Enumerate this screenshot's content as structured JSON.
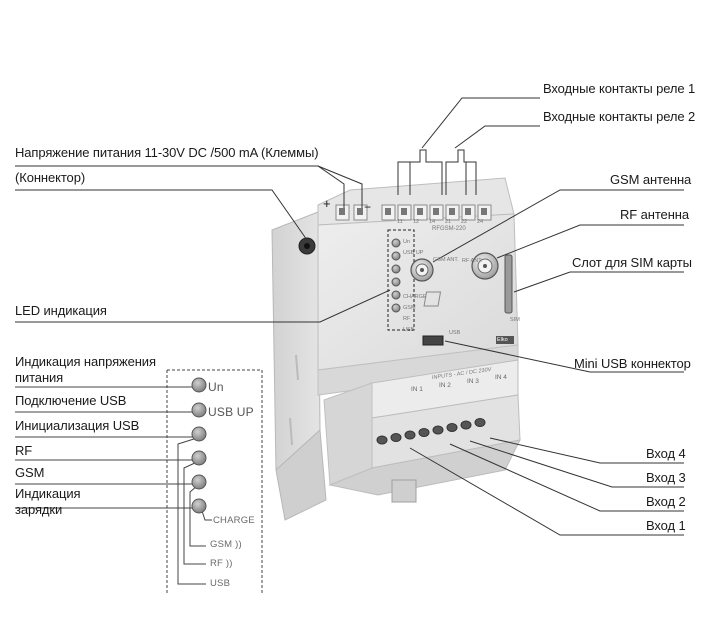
{
  "labels": {
    "relay1": "Входные контакты реле 1",
    "relay2": "Входные контакты реле 2",
    "power": "Напряжение питания 11-30V DC /500 mA   (Клеммы)",
    "connector": "(Коннектор)",
    "gsm_antenna": "GSM антенна",
    "rf_antenna": "RF антенна",
    "sim_slot": "Слот для SIM карты",
    "led": "LED индикация",
    "mini_usb": "Mini USB коннектор",
    "input4": "Вход 4",
    "input3": "Вход 3",
    "input2": "Вход 2",
    "input1": "Вход 1"
  },
  "led_panel": {
    "rows": [
      {
        "label": "Индикация напряжения питания",
        "caption": "Un"
      },
      {
        "label": "Подключение USB",
        "caption": "USB  UP"
      },
      {
        "label": "Инициализация USB",
        "caption": ""
      },
      {
        "label": "RF",
        "caption": ""
      },
      {
        "label": "GSM",
        "caption": ""
      },
      {
        "label": "Индикация зарядки",
        "caption": ""
      }
    ],
    "bottom_captions": {
      "charge": "CHARGE",
      "gsm": "GSM",
      "rf": "RF",
      "usb": "USB"
    }
  },
  "device": {
    "plus": "+",
    "minus": "−",
    "model": "RFGSM-220",
    "brand": "Elko",
    "terminals": [
      "11",
      "12",
      "14",
      "21",
      "22",
      "24"
    ],
    "inputs": [
      "IN 1",
      "IN 2",
      "IN 3",
      "IN 4"
    ],
    "input_header": "INPUTS - AC / DC 230V",
    "led_tiny": [
      "Un",
      "USB UP",
      "",
      "",
      "",
      "CHARGE",
      "GSM",
      "RF",
      "USB"
    ],
    "gsm_ant": "GSM ANT.",
    "rf_ant": "RF ANT.",
    "sim": "SIM",
    "usb": "USB"
  }
}
